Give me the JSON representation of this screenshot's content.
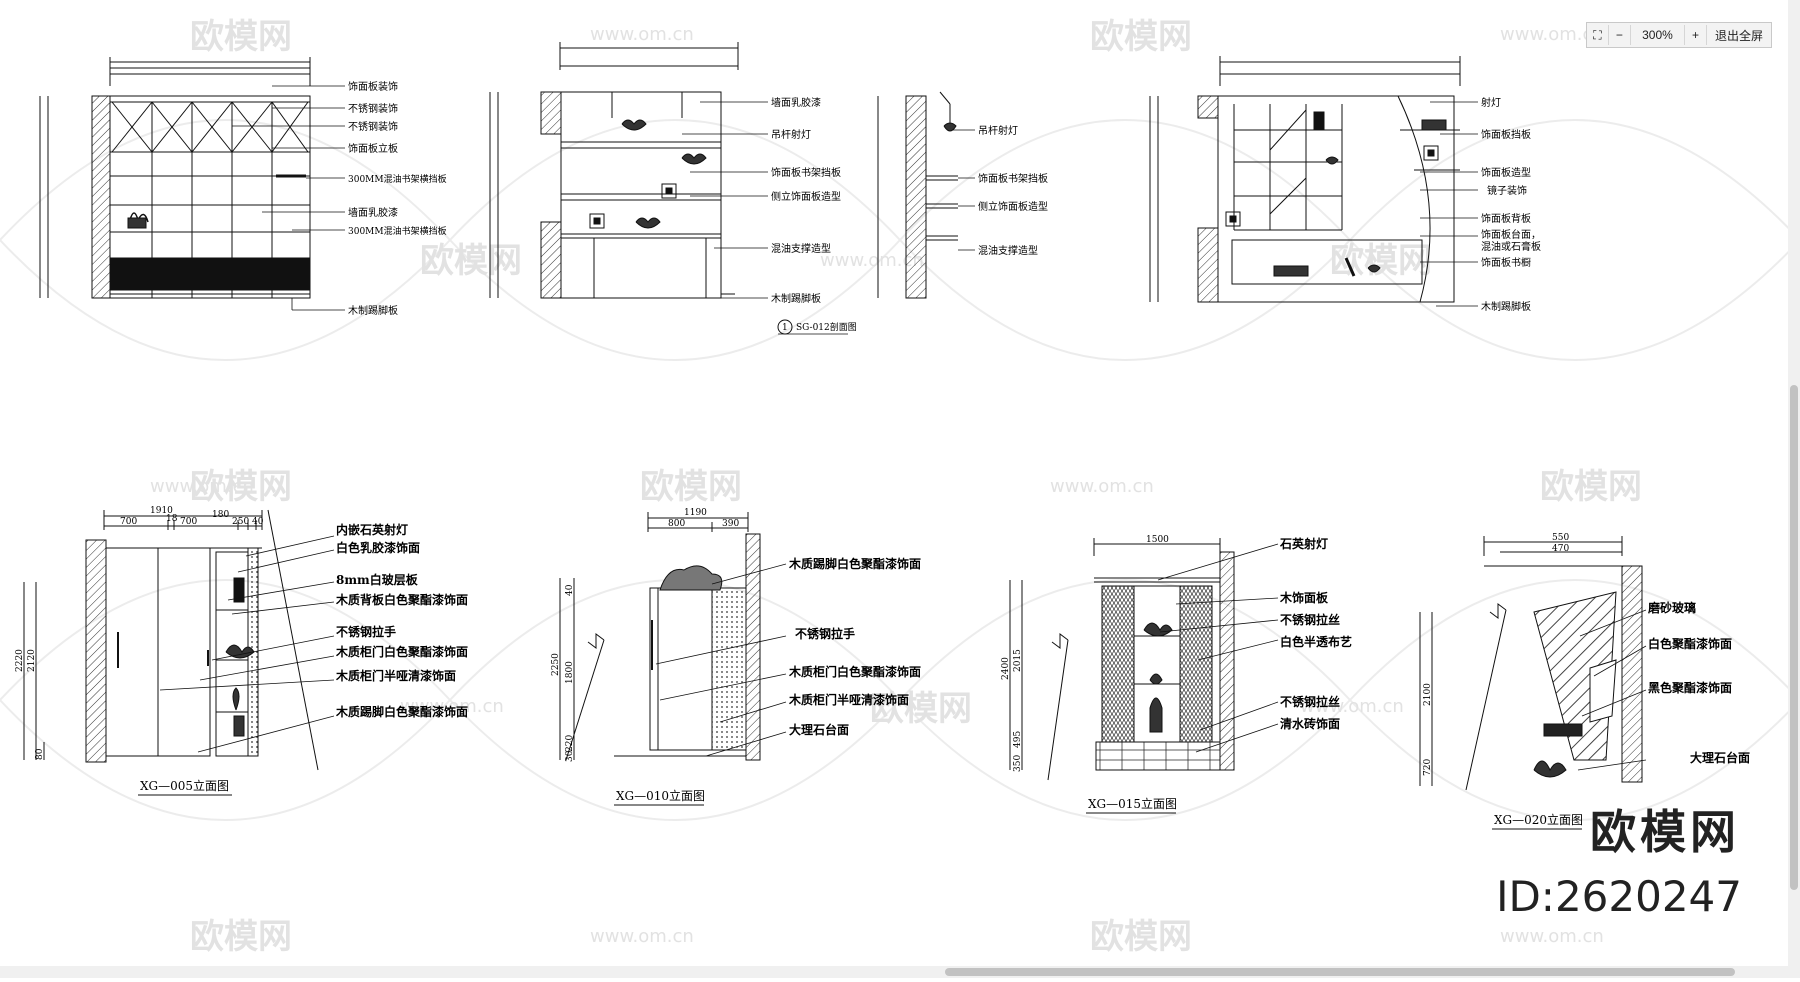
{
  "toolbar": {
    "zoom": "300%",
    "exit_label": "退出全屏"
  },
  "watermark": {
    "brand": "欧模网",
    "id": "ID:2620247",
    "site": "www.om.cn"
  },
  "drawings": {
    "d1": {
      "labels": [
        "饰面板装饰",
        "不锈钢装饰",
        "不锈钢装饰",
        "饰面板立板",
        "300MM混油书架横挡板",
        "墙面乳胶漆",
        "300MM混油书架横挡板",
        "木制踢脚板"
      ]
    },
    "d2": {
      "labels": [
        "墙面乳胶漆",
        "吊杆射灯",
        "饰面板书架挡板",
        "侧立饰面板造型",
        "混油支撑造型",
        "木制踢脚板"
      ],
      "caption": "SG-012剖面图",
      "caption_num": "1"
    },
    "d3": {
      "labels": [
        "吊杆射灯",
        "饰面板书架挡板",
        "侧立饰面板造型",
        "混油支撑造型"
      ]
    },
    "d4": {
      "labels": [
        "射灯",
        "饰面板挡板",
        "饰面板造型",
        "镜子装饰",
        "饰面板背板",
        "饰面板台面，",
        "混油或石膏板",
        "饰面板书橱",
        "木制踢脚板"
      ]
    },
    "d5": {
      "labels": [
        "内嵌石英射灯",
        "白色乳胶漆饰面",
        "8mm白玻层板",
        "木质背板白色聚酯漆饰面",
        "不锈钢拉手",
        "木质柜门白色聚酯漆饰面",
        "木质柜门半哑清漆饰面",
        "木质踢脚白色聚酯漆饰面"
      ],
      "caption": "XG—005立面图",
      "dims_top": [
        "1910",
        "700",
        "18",
        "700",
        "180",
        "250",
        "40"
      ],
      "dims_side": [
        "2220",
        "2120",
        "80"
      ]
    },
    "d6": {
      "labels": [
        "木质踢脚白色聚酯漆饰面",
        "不锈钢拉手",
        "木质柜门白色聚酯漆饰面",
        "木质柜门半哑清漆饰面",
        "大理石台面"
      ],
      "caption": "XG—010立面图",
      "dims_top": [
        "1190",
        "800",
        "390"
      ],
      "dims_side": [
        "2250",
        "1800",
        "30",
        "40",
        "220"
      ]
    },
    "d7": {
      "labels": [
        "石英射灯",
        "木饰面板",
        "不锈钢拉丝",
        "白色半透布艺",
        "不锈钢拉丝",
        "清水砖饰面"
      ],
      "caption": "XG—015立面图",
      "dims_top": [
        "1500"
      ],
      "dims_side": [
        "2400",
        "2015",
        "495",
        "350"
      ]
    },
    "d8": {
      "labels": [
        "磨砂玻璃",
        "白色聚酯漆饰面",
        "黑色聚酯漆饰面",
        "大理石台面"
      ],
      "caption": "XG—020立面图",
      "dims_top": [
        "550",
        "470"
      ],
      "dims_side": [
        "2100",
        "720"
      ]
    }
  }
}
